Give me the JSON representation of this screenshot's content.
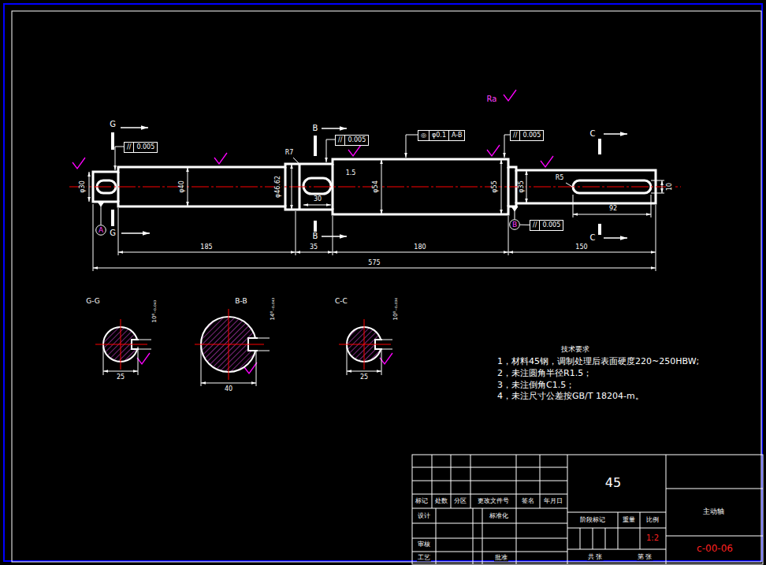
{
  "diagram": {
    "nodes": [
      {
        "text": [
          "//",
          "0.005"
        ]
      },
      {
        "text": [
          "//",
          "0.005"
        ]
      },
      {
        "text": [
          "◎",
          "φ0.1",
          "A-B"
        ]
      },
      {
        "text": [
          "//",
          "0.005"
        ]
      },
      {
        "text": [
          "//",
          "0.005"
        ]
      },
      {
        "text": [
          "A"
        ]
      },
      {
        "text": [
          "B"
        ]
      }
    ],
    "edges": [
      {
        "from": 4,
        "to": 6,
        "arrow": "none"
      }
    ],
    "labels": [
      "Ra",
      "G",
      "G",
      "B",
      "B",
      "C",
      "C",
      "φ30",
      "φ40",
      "φ46.62",
      "φ54",
      "φ55",
      "φ35",
      "R7",
      "1.5",
      "30",
      "R5",
      "92",
      "10",
      "185",
      "35",
      "180",
      "150",
      "575",
      "G-G",
      "B-B",
      "C-C",
      "10⁰₋₀.₀₄₃",
      "14⁰₋₀.₀₄₃",
      "10⁰₋₀.₀₃₆",
      "25",
      "40",
      "25",
      "技术要求",
      "1，材料45钢，调制处理后表面硬度220~250HBW;",
      "2，未注圆角半径R1.5；",
      "3，未注倒角C1.5；",
      "4，未注尺寸公差按GB/T 18204-m。",
      "45",
      "主动轴",
      "c-00-06",
      "标记",
      "处数",
      "分区",
      "更改文件号",
      "签名",
      "年月日",
      "设计",
      "标准化",
      "审核",
      "工艺",
      "批准",
      "阶段标记",
      "重量",
      "比例",
      "1:2",
      "共 张",
      "第 张"
    ]
  }
}
